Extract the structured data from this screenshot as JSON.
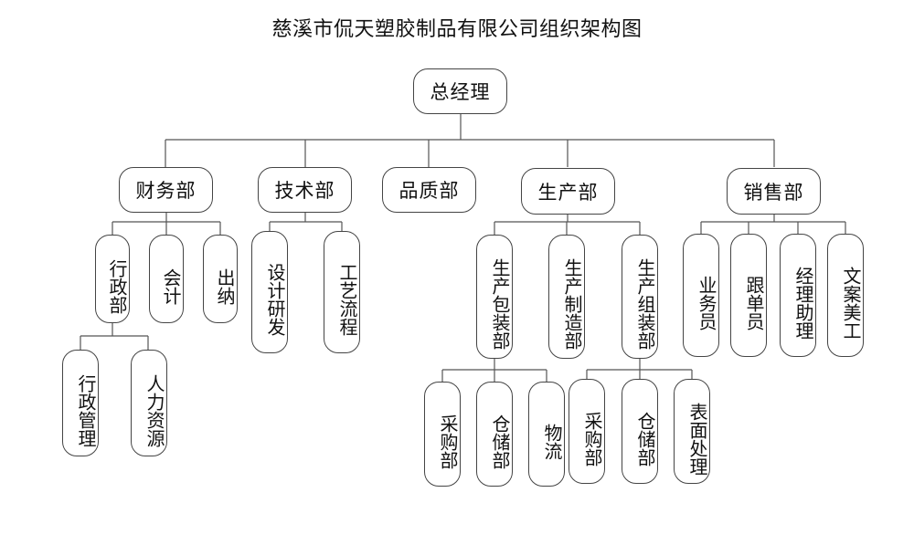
{
  "title": "慈溪市侃天塑胶制品有限公司组织架构图",
  "root": "总经理",
  "departments": {
    "finance": {
      "label": "财务部",
      "units": {
        "admin": {
          "label": "行政部",
          "subs": [
            "行政管理",
            "人力资源"
          ]
        },
        "accounting": {
          "label": "会计"
        },
        "cashier": {
          "label": "出纳"
        }
      }
    },
    "tech": {
      "label": "技术部",
      "units": {
        "design": {
          "label": "设计研发"
        },
        "process": {
          "label": "工艺流程"
        }
      }
    },
    "quality": {
      "label": "品质部"
    },
    "production": {
      "label": "生产部",
      "units": {
        "packaging": {
          "label": "生产包装部",
          "subs": [
            "采购部",
            "仓储部",
            "物流"
          ]
        },
        "manufacturing": {
          "label": "生产制造部"
        },
        "assembly": {
          "label": "生产组装部",
          "subs": [
            "采购部",
            "仓储部",
            "表面处理"
          ]
        }
      }
    },
    "sales": {
      "label": "销售部",
      "units": {
        "salesman": {
          "label": "业务员"
        },
        "follow": {
          "label": "跟单员"
        },
        "assistant": {
          "label": "经理助理"
        },
        "designer": {
          "label": "文案美工"
        }
      }
    }
  }
}
